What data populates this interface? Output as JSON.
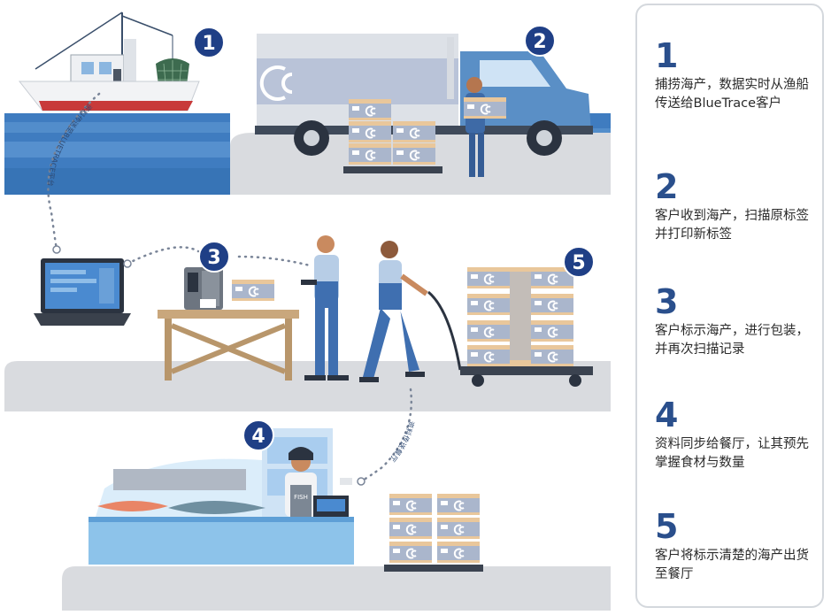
{
  "badges": [
    "1",
    "2",
    "3",
    "4",
    "5"
  ],
  "flow_labels": {
    "upload_to_platform": "资料传送至BLUETRACE平台",
    "send_to_restaurant": "资料传送餐厅"
  },
  "steps": [
    {
      "number": "1",
      "text": "捕捞海产，数据实时从渔船传送给BlueTrace客户"
    },
    {
      "number": "2",
      "text": "客户收到海产，扫描原标签并打印新标签"
    },
    {
      "number": "3",
      "text": "客户标示海产，进行包装，并再次扫描记录"
    },
    {
      "number": "4",
      "text": "资料同步给餐厅，让其预先掌握食材与数量"
    },
    {
      "number": "5",
      "text": "客户将标示清楚的海产出货至餐厅"
    }
  ],
  "apron_text": "FISH",
  "colors": {
    "badge": "#1f3f86",
    "step_number": "#2a4f8c",
    "sea": "#3f7cc0",
    "box_cardboard": "#e9c79b",
    "box_label": "#aab6cc",
    "truck_body": "#5a8fc6"
  },
  "icons": [
    "fishing-boat-icon",
    "delivery-truck-icon",
    "laptop-icon",
    "label-printer-icon",
    "pallet-jack-icon",
    "display-fridge-icon",
    "cash-register-icon"
  ]
}
